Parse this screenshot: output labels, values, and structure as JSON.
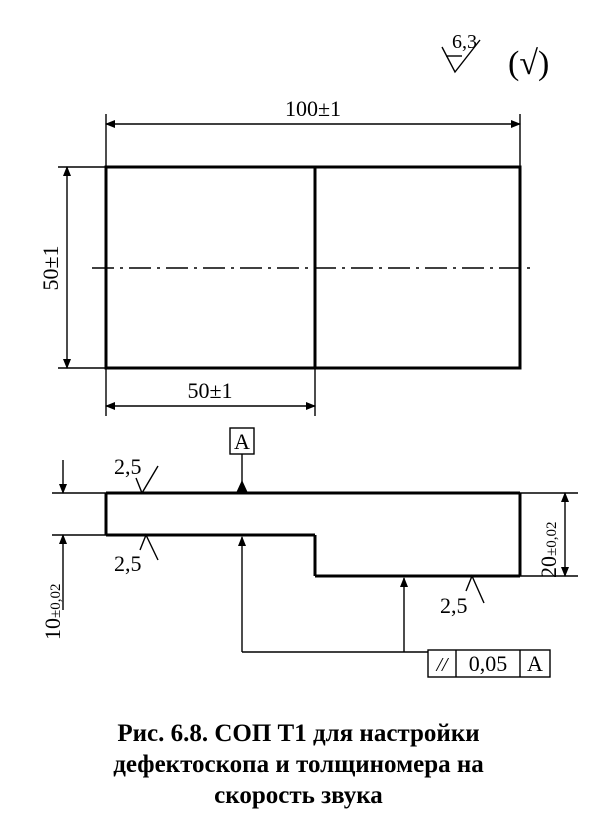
{
  "roughness": {
    "general": "6,3",
    "other": "(√)"
  },
  "plan": {
    "length": "100±1",
    "width": "50±1",
    "half_length": "50±1"
  },
  "section": {
    "datum": "A",
    "roughness_top": "2,5",
    "roughness_bottom_left": "2,5",
    "roughness_bottom_right": "2,5",
    "thickness_left_main": "10",
    "thickness_left_tol": "±0,02",
    "thickness_right_main": "20",
    "thickness_right_tol": "±0,02",
    "tolerance_symbol": "//",
    "tolerance_value": "0,05",
    "tolerance_datum": "A"
  },
  "caption": {
    "line1": "Рис. 6.8. СОП Т1 для настройки",
    "line2": "дефектоскопа и толщиномера на",
    "line3": "скорость звука"
  }
}
